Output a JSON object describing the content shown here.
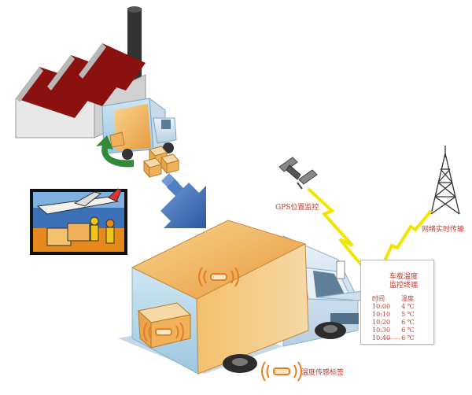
{
  "labels": {
    "gps": "GPS位置监控",
    "network": "网络实时传输",
    "sensor_tag": "温度传感标签"
  },
  "terminal": {
    "title_line1": "车载温度",
    "title_line2": "监控终端",
    "header": {
      "time": "时间",
      "temp": "温度"
    },
    "rows": [
      {
        "time": "10:00",
        "temp": "4 ℃"
      },
      {
        "time": "10:10",
        "temp": "5 ℃"
      },
      {
        "time": "10:20",
        "temp": "6 ℃"
      },
      {
        "time": "10:30",
        "temp": "6 ℃"
      },
      {
        "time": "10:40",
        "temp": "6 ℃"
      }
    ],
    "more": "……"
  },
  "colors": {
    "label_red": "#c0392b",
    "box_orange": "#f0b15a",
    "cold_blue": "#a9cfe6",
    "signal_yellow": "#f2e600",
    "arrow_blue": "#3d6bb3",
    "arrow_green": "#2f8a3a",
    "roof_red": "#8b1010"
  }
}
